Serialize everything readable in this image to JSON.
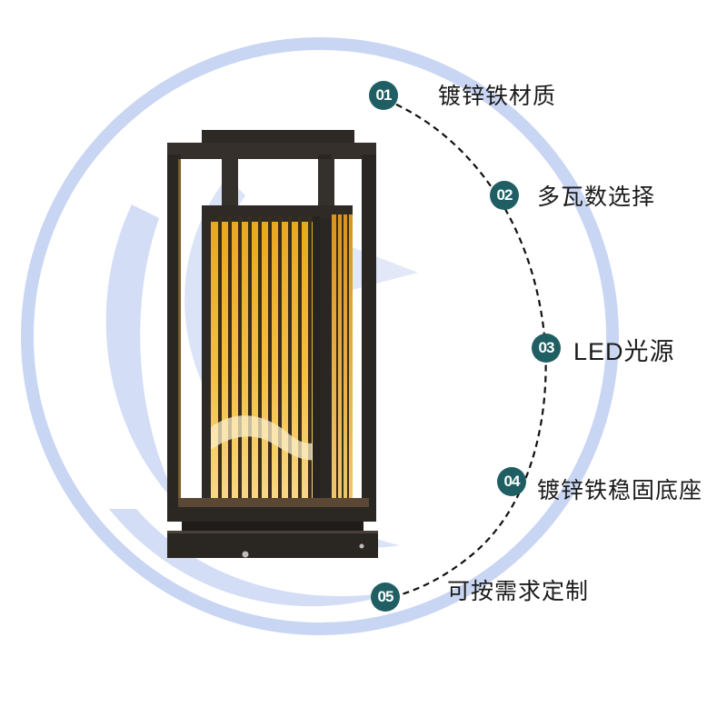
{
  "colors": {
    "background": "#ffffff",
    "watermark": "#c9d6f3",
    "badge": "#1f5f63",
    "badge_text": "#ffffff",
    "label_text": "#1a1a1a",
    "lamp_frame": "#2c2824",
    "lamp_glow": "#f2b52a",
    "dashed_arc": "#111111"
  },
  "product": {
    "name": "lantern-pillar-lamp",
    "icon": "lantern-icon"
  },
  "features": [
    {
      "number": "01",
      "label": "镀锌铁材质"
    },
    {
      "number": "02",
      "label": "多瓦数选择"
    },
    {
      "number": "03",
      "label": "LED光源"
    },
    {
      "number": "04",
      "label": "镀锌铁稳固底座"
    },
    {
      "number": "05",
      "label": "可按需求定制"
    }
  ]
}
